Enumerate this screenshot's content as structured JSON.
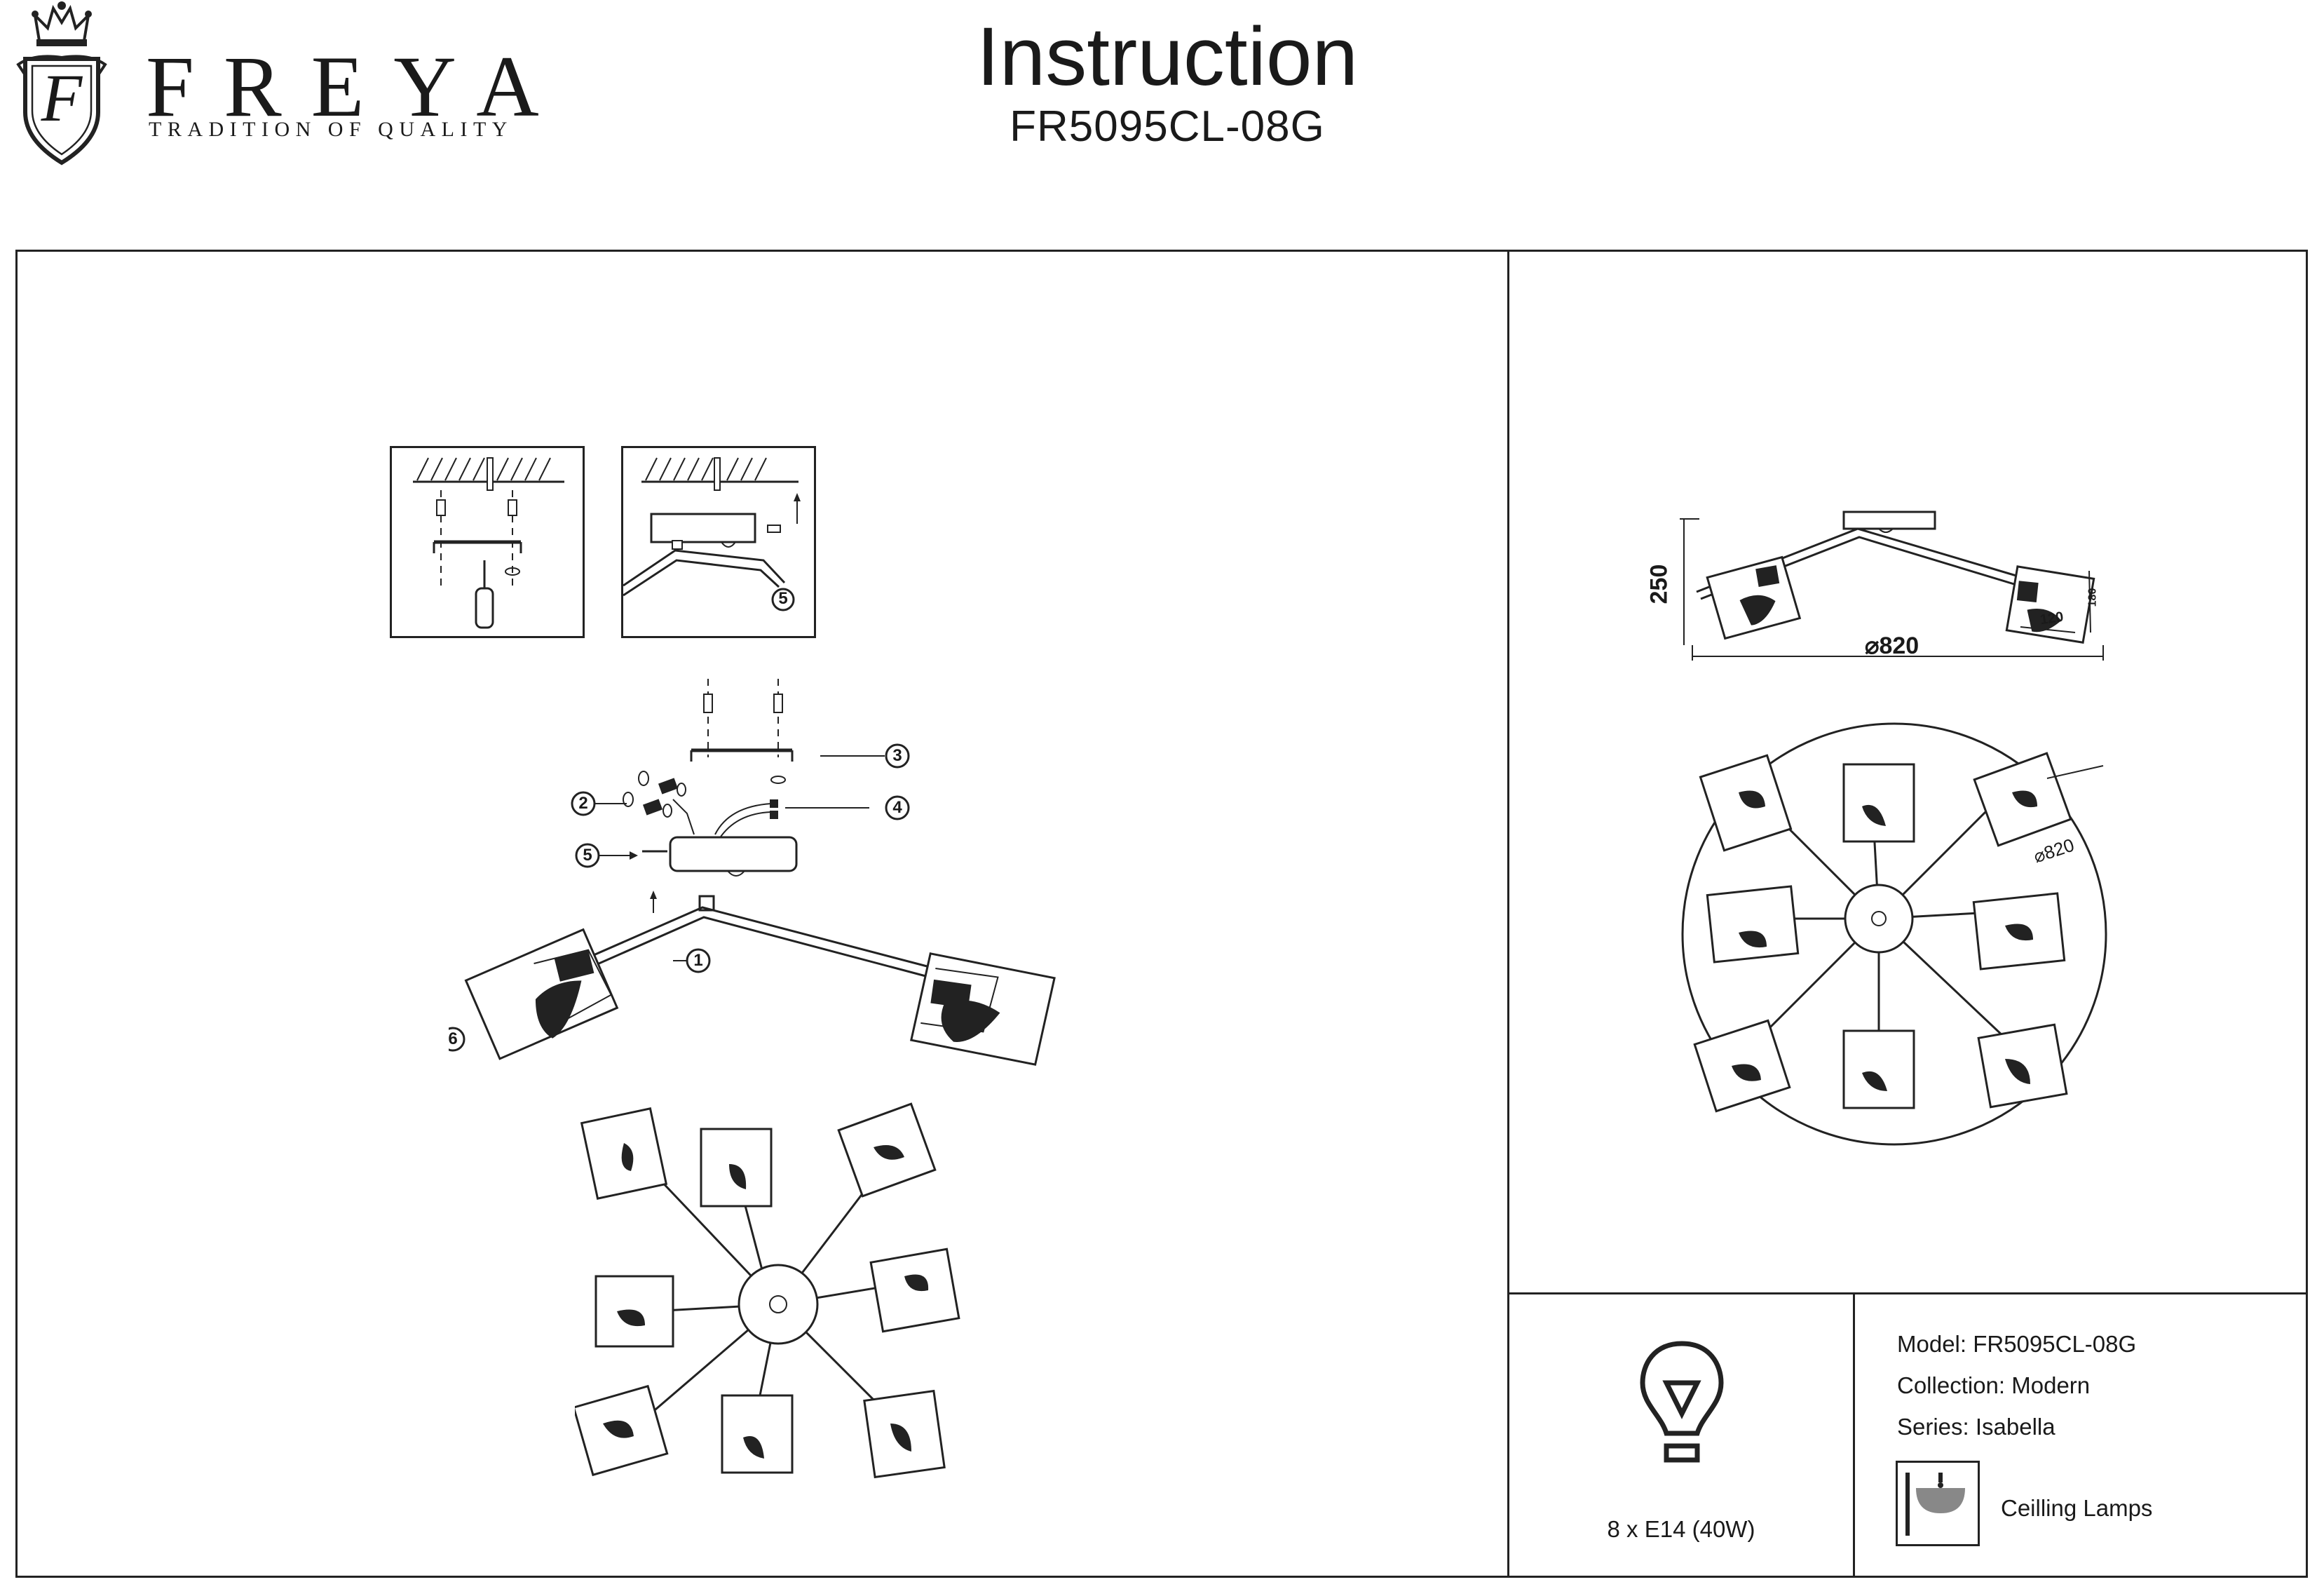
{
  "header": {
    "brand": "FREYA",
    "tagline": "TRADITION OF QUALITY",
    "logo_letter": "F",
    "title": "Instruction",
    "model": "FR5095CL-08G"
  },
  "assembly": {
    "callouts": [
      "1",
      "2",
      "3",
      "4",
      "5",
      "6"
    ]
  },
  "dimensions": {
    "height": "250",
    "diameter": "⌀820",
    "diameter_top": "⌀820",
    "shade_width": "120",
    "shade_height": "180"
  },
  "specs": {
    "bulb": "8 x E14 (40W)",
    "model": "Model: FR5095CL-08G",
    "collection": "Collection: Modern",
    "series": "Series: Isabella",
    "category": "Ceilling Lamps"
  },
  "icons": {
    "bulb": "light-bulb-icon",
    "ceiling": "ceiling-lamp-icon",
    "screwdriver": "screwdriver-icon"
  }
}
